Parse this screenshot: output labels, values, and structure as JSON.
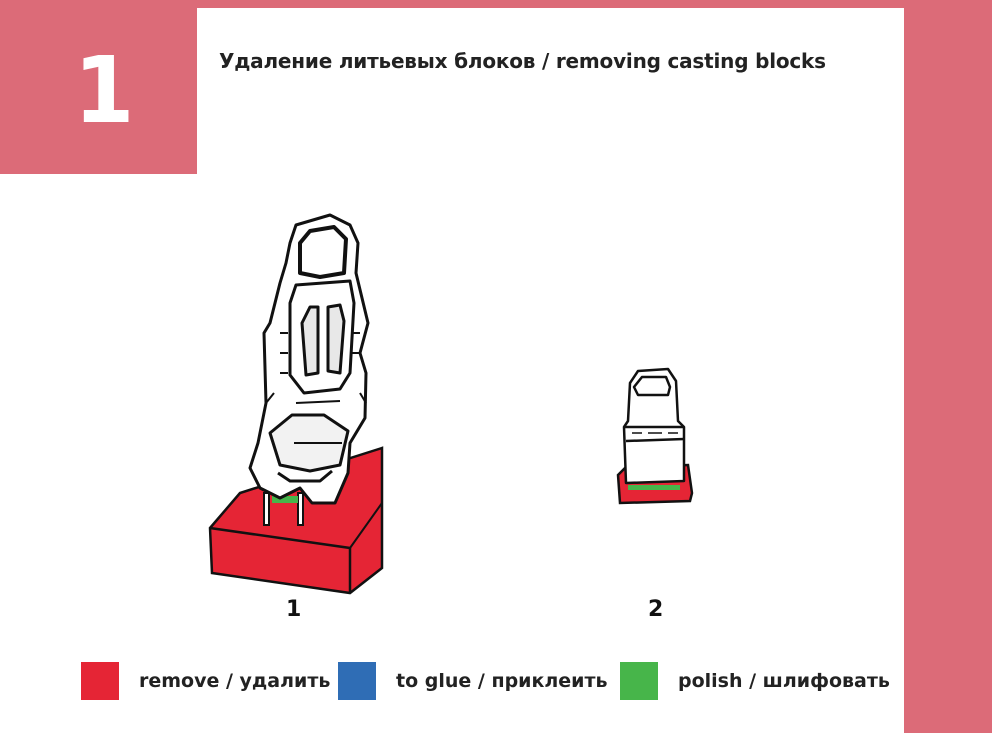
{
  "step": {
    "number": "1"
  },
  "title": "Удаление литьевых блоков / removing casting blocks",
  "figures": [
    {
      "label": "1",
      "part": "ejection seat with casting block"
    },
    {
      "label": "2",
      "part": "small part with casting block"
    }
  ],
  "legend": [
    {
      "label": "remove / удалить",
      "color": "#e52535"
    },
    {
      "label": "to glue / приклеить",
      "color": "#2f6db5"
    },
    {
      "label": "polish / шлифовать",
      "color": "#47b54a"
    }
  ],
  "colors": {
    "accent": "#dc6b78",
    "remove": "#e52535",
    "glue": "#2f6db5",
    "polish": "#47b54a"
  }
}
